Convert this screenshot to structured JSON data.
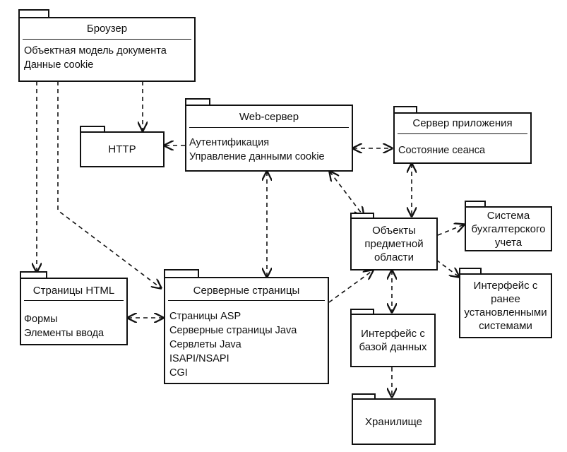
{
  "packages": {
    "browser": {
      "title": "Броузер",
      "items": [
        "Объектная модель документа",
        "Данные cookie"
      ]
    },
    "http": {
      "title": "HTTP"
    },
    "web_server": {
      "title": "Web-сервер",
      "items": [
        "Аутентификация",
        "Управление данными cookie"
      ]
    },
    "app_server": {
      "title": "Сервер приложения",
      "items": [
        "Состояние сеанса"
      ]
    },
    "domain_objects": {
      "title": "Объекты предметной области"
    },
    "accounting": {
      "title": "Система бухгалтерского учета"
    },
    "legacy": {
      "title": "Интерфейс с ранее установленными системами"
    },
    "html_pages": {
      "title": "Страницы HTML",
      "items": [
        "Формы",
        "Элементы ввода"
      ]
    },
    "server_pages": {
      "title": "Серверные страницы",
      "items": [
        "Страницы ASP",
        "Серверные страницы Java",
        "Сервлеты Java",
        "ISAPI/NSAPI",
        "CGI"
      ]
    },
    "db_interface": {
      "title": "Интерфейс с базой данных"
    },
    "storage": {
      "title": "Хранилище"
    }
  }
}
